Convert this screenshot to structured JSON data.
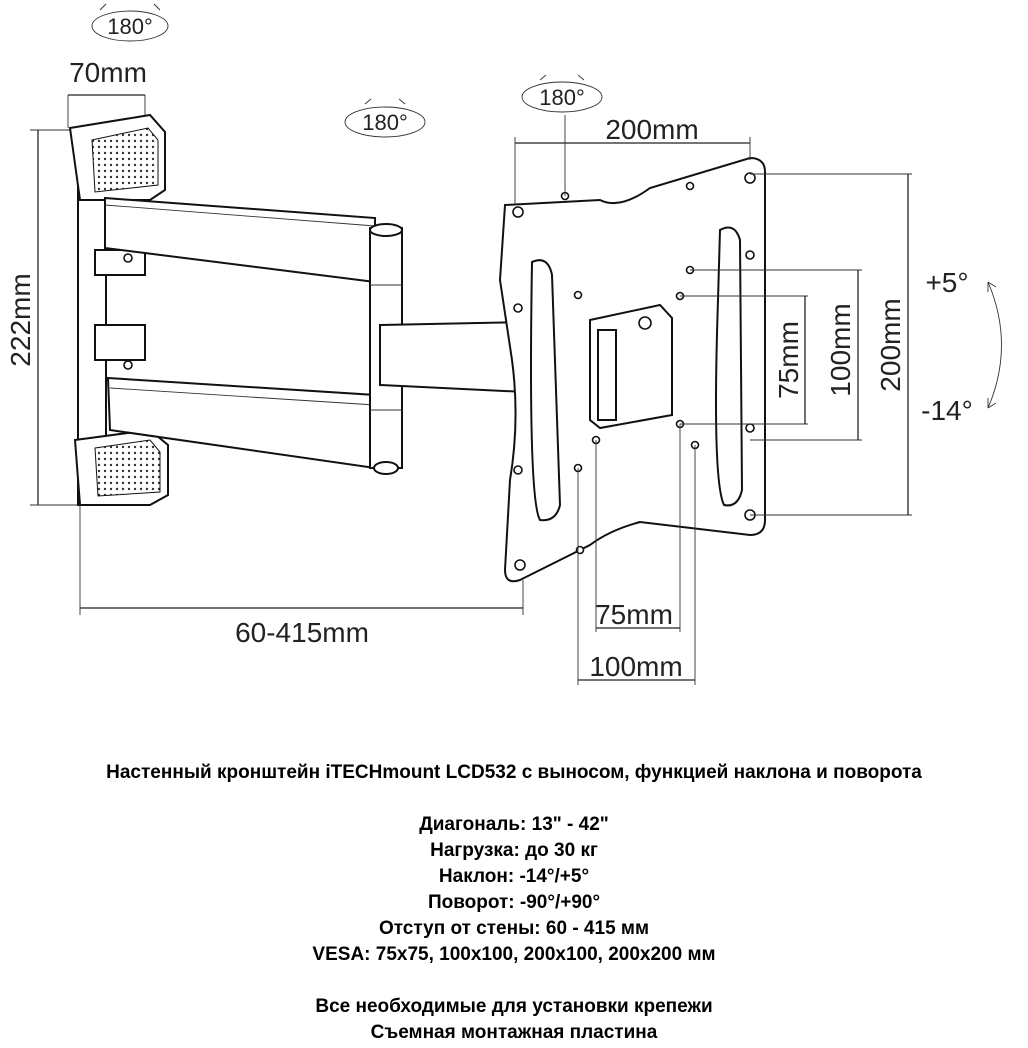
{
  "diagram": {
    "rotation_labels": [
      "180°",
      "180°",
      "180°"
    ],
    "dimensions": {
      "top_depth": "70mm",
      "height_left": "222mm",
      "extension": "60-415mm",
      "plate_width": "200mm",
      "plate_height": "200mm",
      "vesa_v_100": "100mm",
      "vesa_v_75": "75mm",
      "vesa_h_75": "75mm",
      "vesa_h_100": "100mm"
    },
    "tilt": {
      "up": "+5°",
      "down": "-14°"
    }
  },
  "description": {
    "title": "Настенный кронштейн iTECHmount LCD532 с выносом, функцией наклона и поворота",
    "specs": [
      "Диагональ: 13\" - 42\"",
      "Нагрузка: до 30 кг",
      "Наклон: -14°/+5°",
      "Поворот: -90°/+90°",
      "Отступ от стены: 60 - 415 мм",
      "VESA: 75x75, 100x100, 200x100, 200x200 мм"
    ],
    "notes": [
      "Все необходимые для установки крепежи",
      "Съемная монтажная пластина"
    ]
  }
}
